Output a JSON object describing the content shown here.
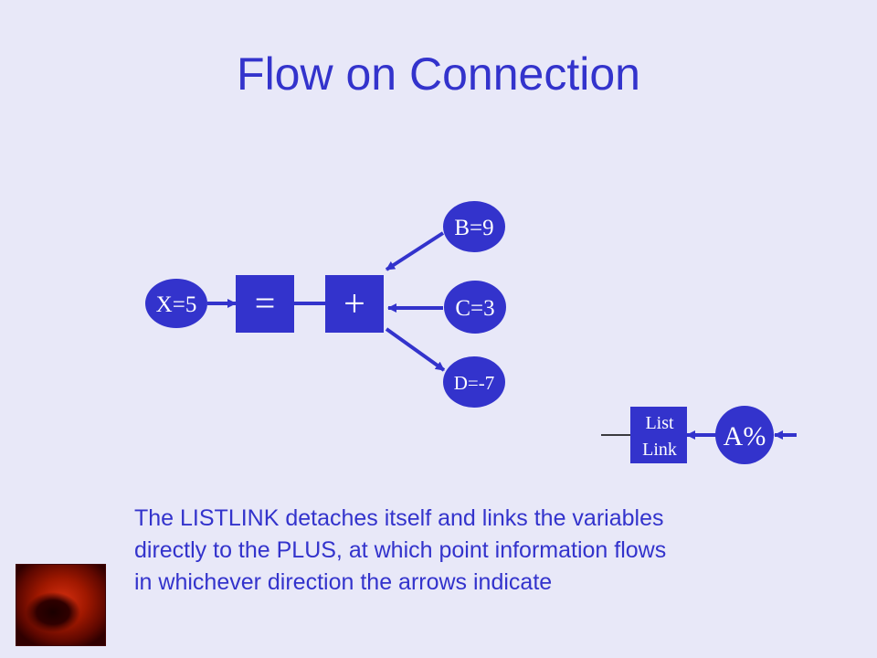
{
  "title": "Flow on Connection",
  "nodes": {
    "x": "X=5",
    "equals": "=",
    "plus": "+",
    "b": "B=9",
    "c": "C=3",
    "d": "D=-7",
    "list_link_line1": "List",
    "list_link_line2": "Link",
    "a_percent": "A%"
  },
  "caption_lines": [
    "The LISTLINK detaches itself and links the variables",
    "directly to the PLUS, at which point information flows",
    "in whichever direction the arrows indicate"
  ],
  "colors": {
    "background": "#e8e8f8",
    "text": "#3333cc",
    "node_fill": "#3333cc",
    "arrow": "#3333cc"
  }
}
